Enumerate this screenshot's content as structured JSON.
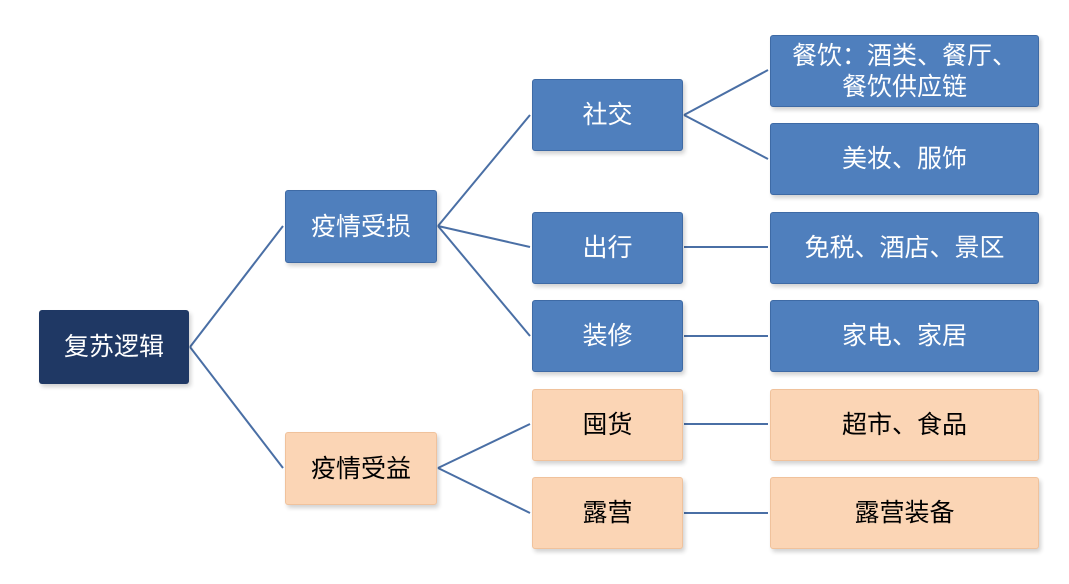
{
  "diagram": {
    "root": {
      "label": "复苏逻辑"
    },
    "branches": [
      {
        "label": "疫情受损"
      },
      {
        "label": "疫情受益"
      }
    ],
    "categories": [
      {
        "label": "社交"
      },
      {
        "label": "出行"
      },
      {
        "label": "装修"
      },
      {
        "label": "囤货"
      },
      {
        "label": "露营"
      }
    ],
    "leaves": [
      {
        "label": "餐饮：酒类、餐厅、\n餐饮供应链"
      },
      {
        "label": "美妆、服饰"
      },
      {
        "label": "免税、酒店、景区"
      },
      {
        "label": "家电、家居"
      },
      {
        "label": "超市、食品"
      },
      {
        "label": "露营装备"
      }
    ],
    "colors": {
      "root": "#1f3864",
      "damaged": "#4f7fbd",
      "benefited": "#fbd5b5",
      "connector": "#4a6fa5"
    }
  }
}
